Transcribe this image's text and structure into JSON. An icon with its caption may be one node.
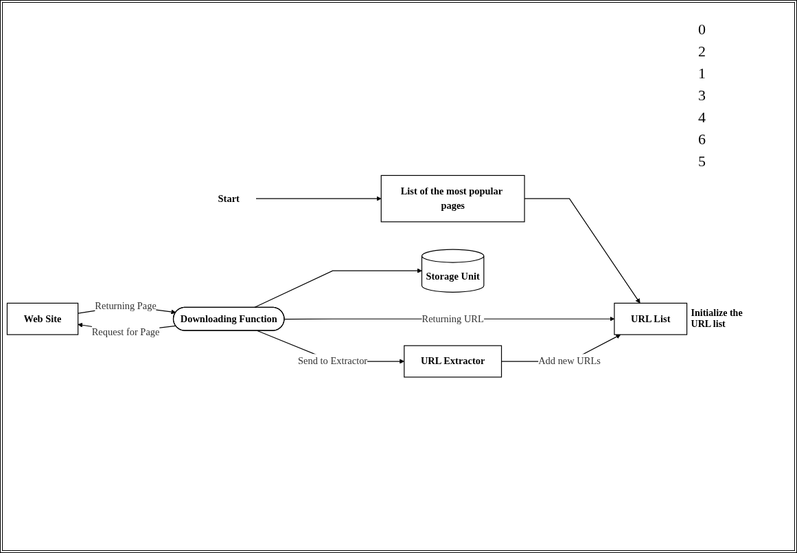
{
  "diagram": {
    "nodes": [
      {
        "text": [
          "Start"
        ]
      },
      {
        "text": [
          "List of the most popular pages"
        ]
      },
      {
        "text": [
          "Web Site"
        ]
      },
      {
        "text": [
          "Downloading Function"
        ]
      },
      {
        "text": [
          "URL List"
        ],
        "beside": [
          "Initialize the URL list"
        ]
      },
      {
        "text": [
          "Storage Unit"
        ]
      },
      {
        "text": [
          "URL Extractor"
        ]
      }
    ],
    "edges": [
      {
        "from": 0,
        "to": 1,
        "arrow": "to"
      },
      {
        "from": 1,
        "to": 4,
        "arrow": "to"
      },
      {
        "from": 3,
        "to": 2,
        "arrow": "to",
        "label": "Request for Page"
      },
      {
        "from": 2,
        "to": 3,
        "arrow": "to",
        "label": "Returning Page"
      },
      {
        "from": 3,
        "to": 4,
        "arrow": "to",
        "label": "Returning URL"
      },
      {
        "from": 3,
        "to": 5,
        "arrow": "to"
      },
      {
        "from": 3,
        "to": 6,
        "arrow": "to",
        "label": "Send to Extractor"
      },
      {
        "from": 6,
        "to": 4,
        "arrow": "to",
        "label": "Add new URLs"
      }
    ],
    "labels": [
      "0",
      "2",
      "1",
      "3",
      "4",
      "6",
      "5"
    ]
  }
}
